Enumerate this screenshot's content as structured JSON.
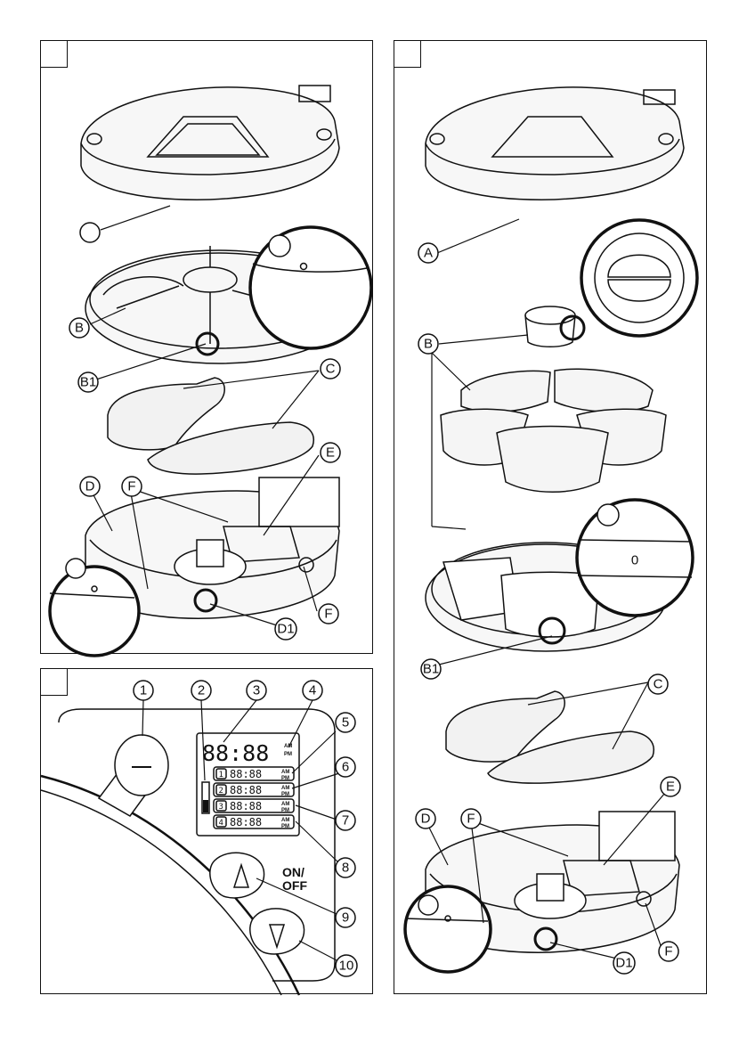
{
  "panel1": {
    "labels": {
      "A": "",
      "B": "B",
      "B1": "B1",
      "C": "C",
      "D": "D",
      "D1": "D1",
      "E": "E",
      "F": "F",
      "F2": "F",
      "detail": ""
    }
  },
  "panel2": {
    "labels": {
      "A": "A",
      "B": "B",
      "B1": "B1",
      "C": "C",
      "D": "D",
      "D1": "D1",
      "E": "E",
      "F": "F",
      "F2": "F",
      "detail1": "",
      "detail2": ""
    },
    "detail_mark": "0"
  },
  "panel3": {
    "callouts": [
      "1",
      "2",
      "3",
      "4",
      "5",
      "6",
      "7",
      "8",
      "9",
      "10"
    ],
    "display": {
      "main": "88:88",
      "am": "AM",
      "pm": "PM",
      "rows": [
        {
          "num": "1",
          "digits": "88:88"
        },
        {
          "num": "2",
          "digits": "88:88"
        },
        {
          "num": "3",
          "digits": "88:88"
        },
        {
          "num": "4",
          "digits": "88:88"
        }
      ]
    },
    "on_label": "ON/",
    "off_label": "OFF"
  },
  "colors": {
    "line": "#111111",
    "background": "#ffffff",
    "shade": "#e8e8e8"
  }
}
